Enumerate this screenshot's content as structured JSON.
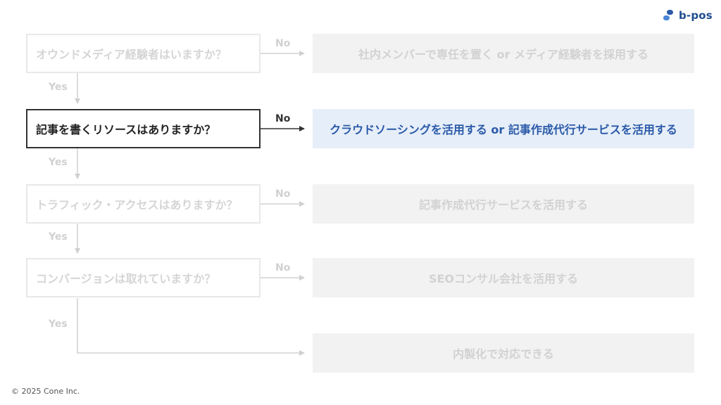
{
  "brand": {
    "name": "b-pos",
    "color": "#2a5aa8"
  },
  "questions": [
    {
      "text": "オウンドメディア経験者はいますか？",
      "active": false
    },
    {
      "text": "記事を書くリソースはありますか？",
      "active": true
    },
    {
      "text": "トラフィック・アクセスはありますか？",
      "active": false
    },
    {
      "text": "コンバージョンは取れていますか？",
      "active": false
    }
  ],
  "answers": [
    {
      "text": "社内メンバーで専任を置く or メディア経験者を採用する",
      "active": false
    },
    {
      "text": "クラウドソーシングを活用する or 記事作成代行サービスを活用する",
      "active": true
    },
    {
      "text": "記事作成代行サービスを活用する",
      "active": false
    },
    {
      "text": "SEOコンサル会社を活用する",
      "active": false
    },
    {
      "text": "内製化で対応できる",
      "active": false
    }
  ],
  "labels": {
    "yes": "Yes",
    "no": "No"
  },
  "footer": {
    "copyright": "© 2025 Cone Inc."
  }
}
